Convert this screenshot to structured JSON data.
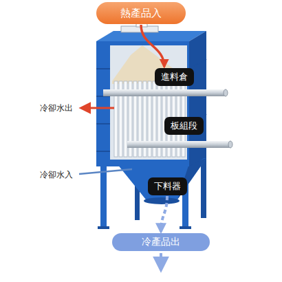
{
  "diagram": {
    "nodes": [
      {
        "text": [
          "熱產品入"
        ]
      },
      {
        "text": [
          "進料倉"
        ]
      },
      {
        "text": [
          "板組段"
        ]
      },
      {
        "text": [
          "下料器"
        ]
      },
      {
        "text": [
          "冷產品出"
        ]
      }
    ],
    "edges": [
      {
        "from": 0,
        "to": 1,
        "arrow": "to"
      },
      {
        "from": 3,
        "to": 4,
        "arrow": "to"
      }
    ],
    "labels": [
      "冷卻水出",
      "冷卻水入"
    ]
  }
}
